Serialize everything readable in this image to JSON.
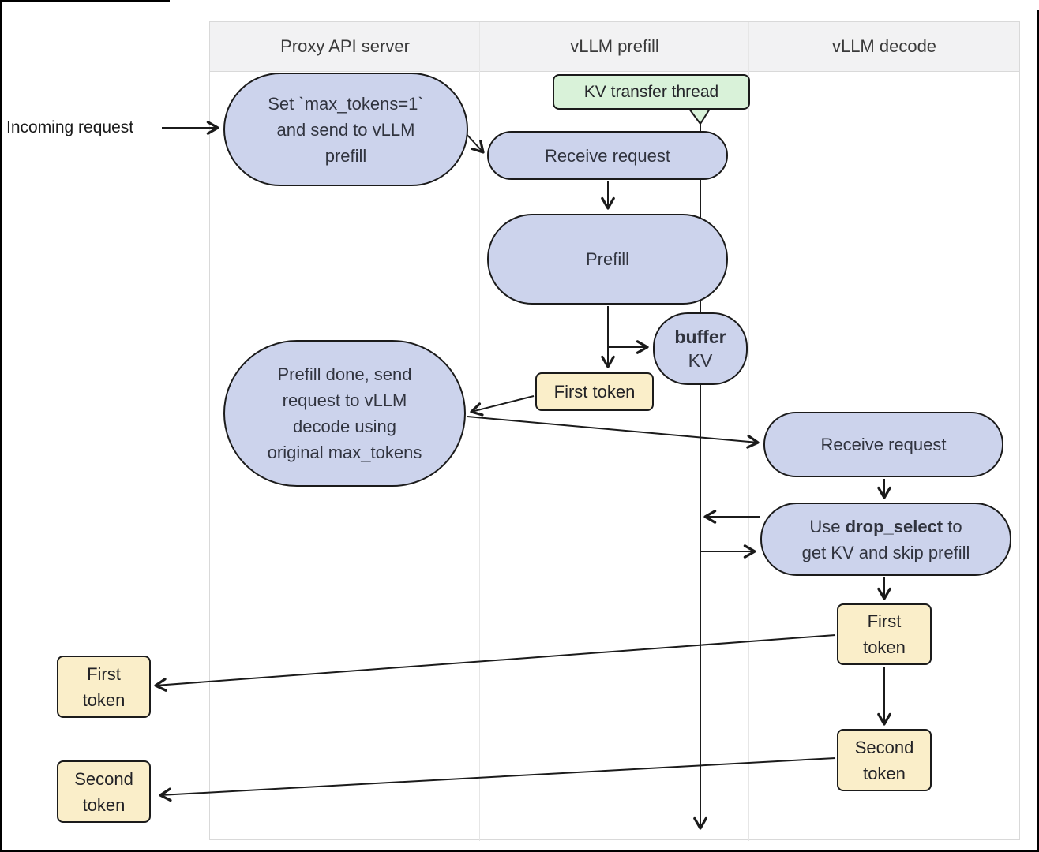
{
  "lanes": [
    {
      "label": "Proxy API server"
    },
    {
      "label": "vLLM prefill"
    },
    {
      "label": "vLLM decode"
    }
  ],
  "labels": {
    "incoming_request": "Incoming request"
  },
  "nodes": {
    "set_max_tokens": {
      "line1": "Set `max_tokens=1`",
      "line2": "and send to vLLM",
      "line3": "prefill"
    },
    "kv_transfer_thread": {
      "label": "KV transfer thread"
    },
    "receive_request_prefill": {
      "label": "Receive request"
    },
    "prefill": {
      "label": "Prefill"
    },
    "buffer_kv": {
      "bold": "buffer",
      "rest": "KV"
    },
    "first_token_prefill": {
      "label": "First token"
    },
    "prefill_done": {
      "line1": "Prefill done, send",
      "line2": "request to vLLM",
      "line3": "decode using",
      "line4": "original max_tokens"
    },
    "receive_request_decode": {
      "label": "Receive request"
    },
    "drop_select": {
      "prefix": "Use ",
      "bold": "drop_select",
      "suffix": " to",
      "line2": "get KV and skip prefill"
    },
    "first_token_decode": {
      "line1": "First",
      "line2": "token"
    },
    "second_token_decode": {
      "line1": "Second",
      "line2": "token"
    },
    "first_token_out": {
      "line1": "First",
      "line2": "token"
    },
    "second_token_out": {
      "line1": "Second",
      "line2": "token"
    }
  },
  "colors": {
    "node_lavender": "#ccd3ec",
    "node_yellow": "#faeec9",
    "node_green": "#d9f2d9",
    "node_border": "#1b1b1b",
    "lane_header_bg": "#f2f2f3",
    "lane_border": "#d9d9d9",
    "lane_divider": "#e6e6e6"
  }
}
